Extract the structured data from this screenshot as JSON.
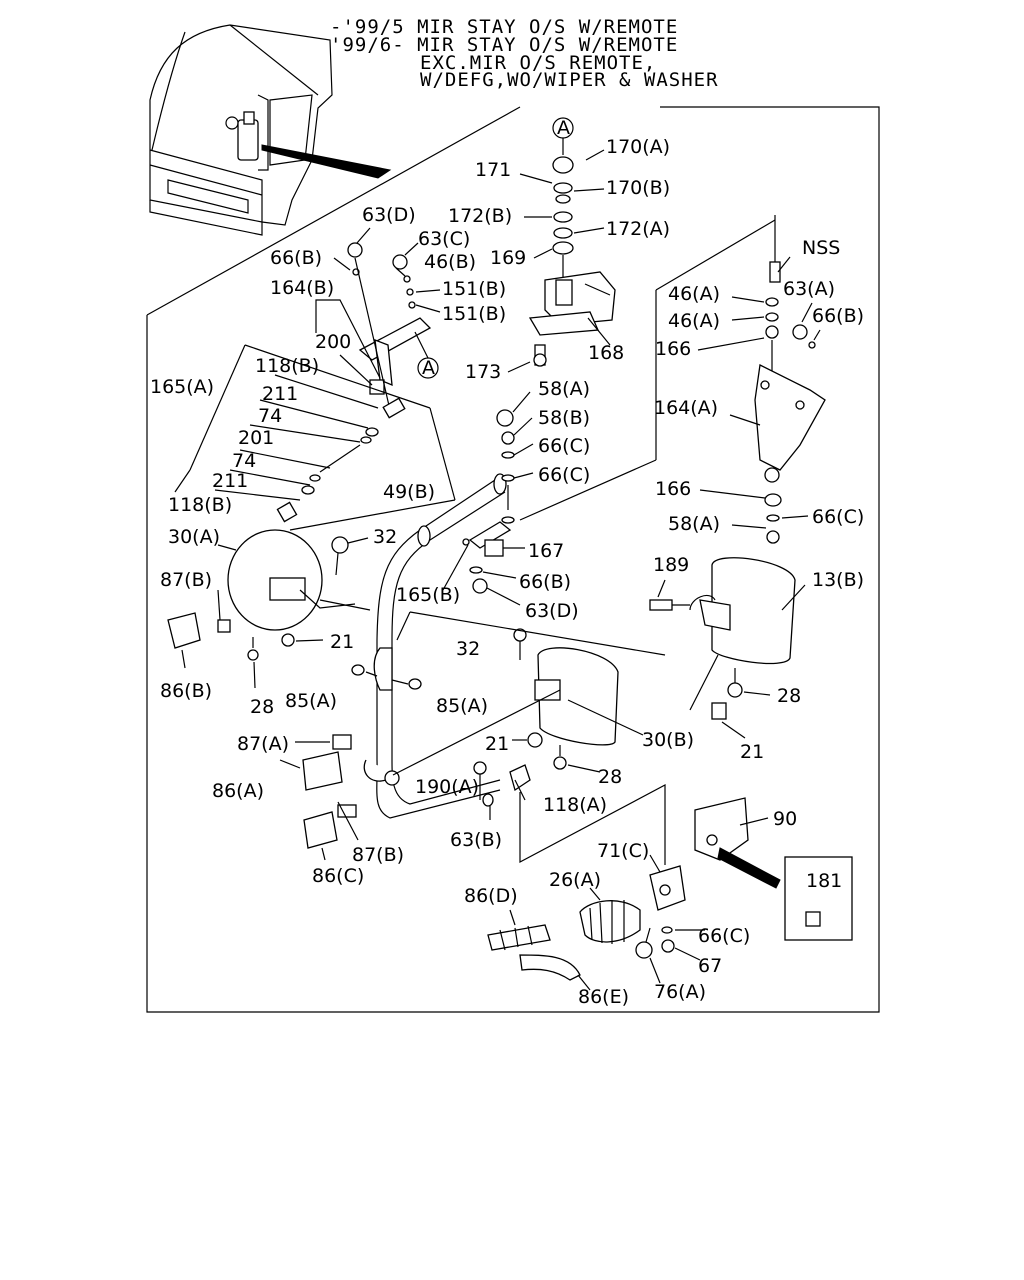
{
  "header": {
    "lines": [
      "-'99/5 MIR STAY O/S W/REMOTE",
      "'99/6- MIR STAY O/S W/REMOTE",
      "EXC.MIR O/S REMOTE,",
      "W/DEFG,WO/WIPER & WASHER"
    ]
  },
  "circle_label": "A",
  "labels": {
    "p170a": "170(A)",
    "p171": "171",
    "p170b": "170(B)",
    "p172b": "172(B)",
    "p172a": "172(A)",
    "p169": "169",
    "p63d_top": "63(D)",
    "p63c": "63(C)",
    "p46b": "46(B)",
    "p66b_top": "66(B)",
    "p151b_1": "151(B)",
    "p151b_2": "151(B)",
    "p164b": "164(B)",
    "p200": "200",
    "p168": "168",
    "p173": "173",
    "p118b_top": "118(B)",
    "p165a": "165(A)",
    "p211_1": "211",
    "p74_1": "74",
    "p201": "201",
    "p74_2": "74",
    "p211_2": "211",
    "p118b_bot": "118(B)",
    "p58a_1": "58(A)",
    "p58b": "58(B)",
    "p66c_1": "66(C)",
    "p66c_2": "66(C)",
    "p49b": "49(B)",
    "pnss": "NSS",
    "p46a_1": "46(A)",
    "p63a": "63(A)",
    "p46a_2": "46(A)",
    "p66b_r": "66(B)",
    "p166_1": "166",
    "p164a": "164(A)",
    "p166_2": "166",
    "p58a_2": "58(A)",
    "p66c_3": "66(C)",
    "p167": "167",
    "p30a": "30(A)",
    "p32_1": "32",
    "p66b_mid": "66(B)",
    "p165b": "165(B)",
    "p63d_mid": "63(D)",
    "p87b_1": "87(B)",
    "p189": "189",
    "p13b": "13(B)",
    "p21_1": "21",
    "p32_2": "32",
    "p86b": "86(B)",
    "p85a_1": "85(A)",
    "p85a_2": "85(A)",
    "p28_1": "28",
    "p28_2": "28",
    "p87a": "87(A)",
    "p21_2": "21",
    "p30b": "30(B)",
    "p21_3": "21",
    "p28_3": "28",
    "p86a": "86(A)",
    "p190a": "190(A)",
    "p118a": "118(A)",
    "p90": "90",
    "p63b": "63(B)",
    "p87b_2": "87(B)",
    "p71c": "71(C)",
    "p181": "181",
    "p86c": "86(C)",
    "p86d": "86(D)",
    "p26a": "26(A)",
    "p66c_4": "66(C)",
    "p67": "67",
    "p76a": "76(A)",
    "p86e": "86(E)"
  }
}
